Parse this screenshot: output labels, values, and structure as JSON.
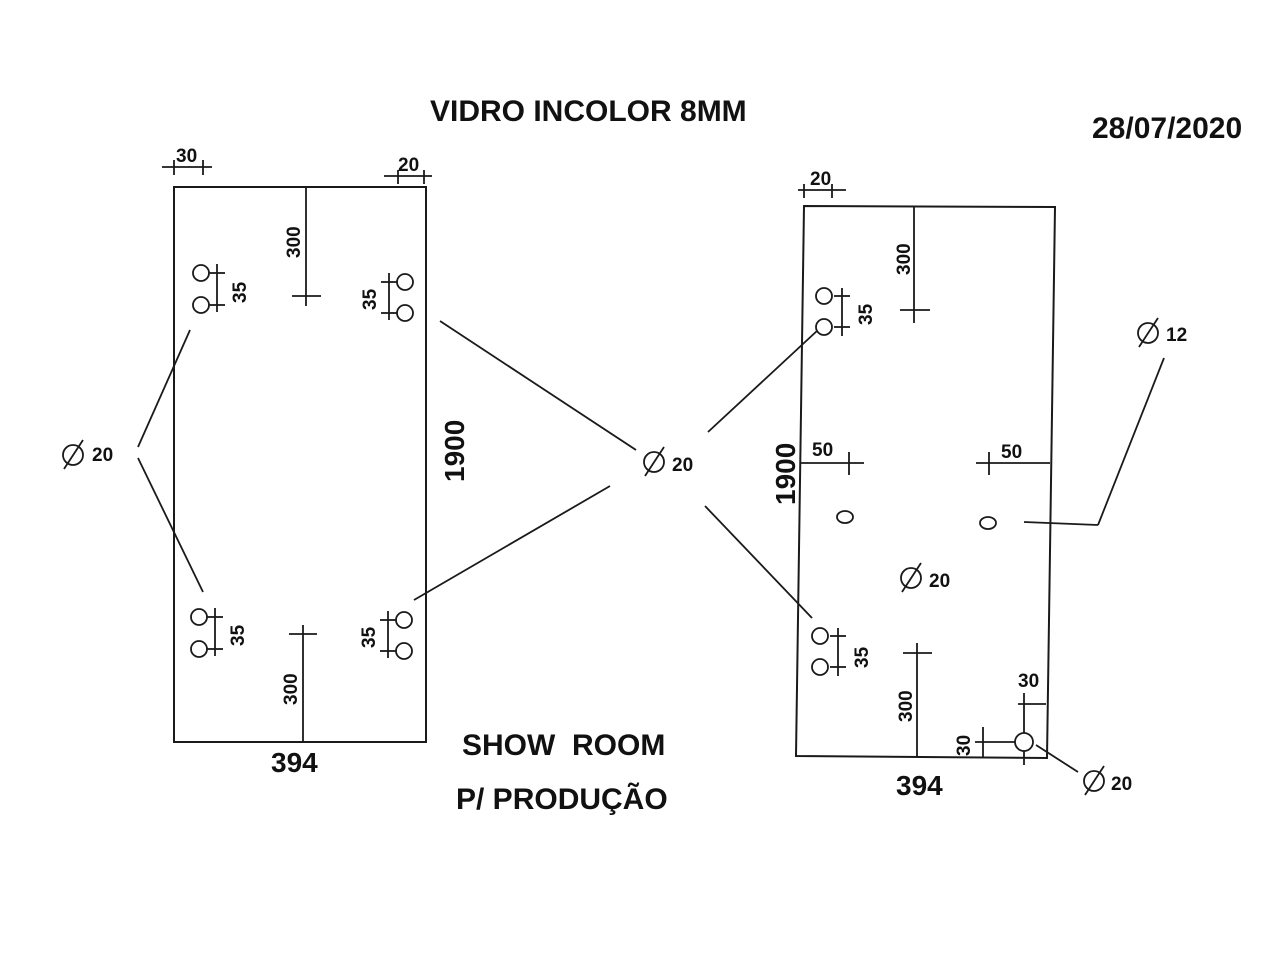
{
  "header": {
    "title": "VIDRO INCOLOR 8MM",
    "date": "28/07/2020"
  },
  "footer": {
    "line1": "SHOW  ROOM",
    "line2": "P/ PRODUÇÃO"
  },
  "left_panel": {
    "width_label": "394",
    "height_label": "1900",
    "edge_left_label": "30",
    "edge_right_label": "20",
    "top_depth_label": "300",
    "bottom_depth_label": "300",
    "spacing_top_left": "35",
    "spacing_top_right": "35",
    "spacing_bottom_left": "35",
    "spacing_bottom_right": "35",
    "hole_callout": "20"
  },
  "center_callout": "20",
  "right_panel": {
    "width_label": "394",
    "height_label": "1900",
    "edge_left_label": "20",
    "top_depth_label": "300",
    "bottom_depth_label": "300",
    "spacing_top": "35",
    "spacing_bottom": "35",
    "mid_left_label": "50",
    "mid_right_label": "50",
    "mid_hole_callout": "20",
    "right_hole_callout": "12",
    "corner_horizontal_label": "30",
    "corner_vertical_label": "30",
    "corner_hole_callout": "20"
  }
}
